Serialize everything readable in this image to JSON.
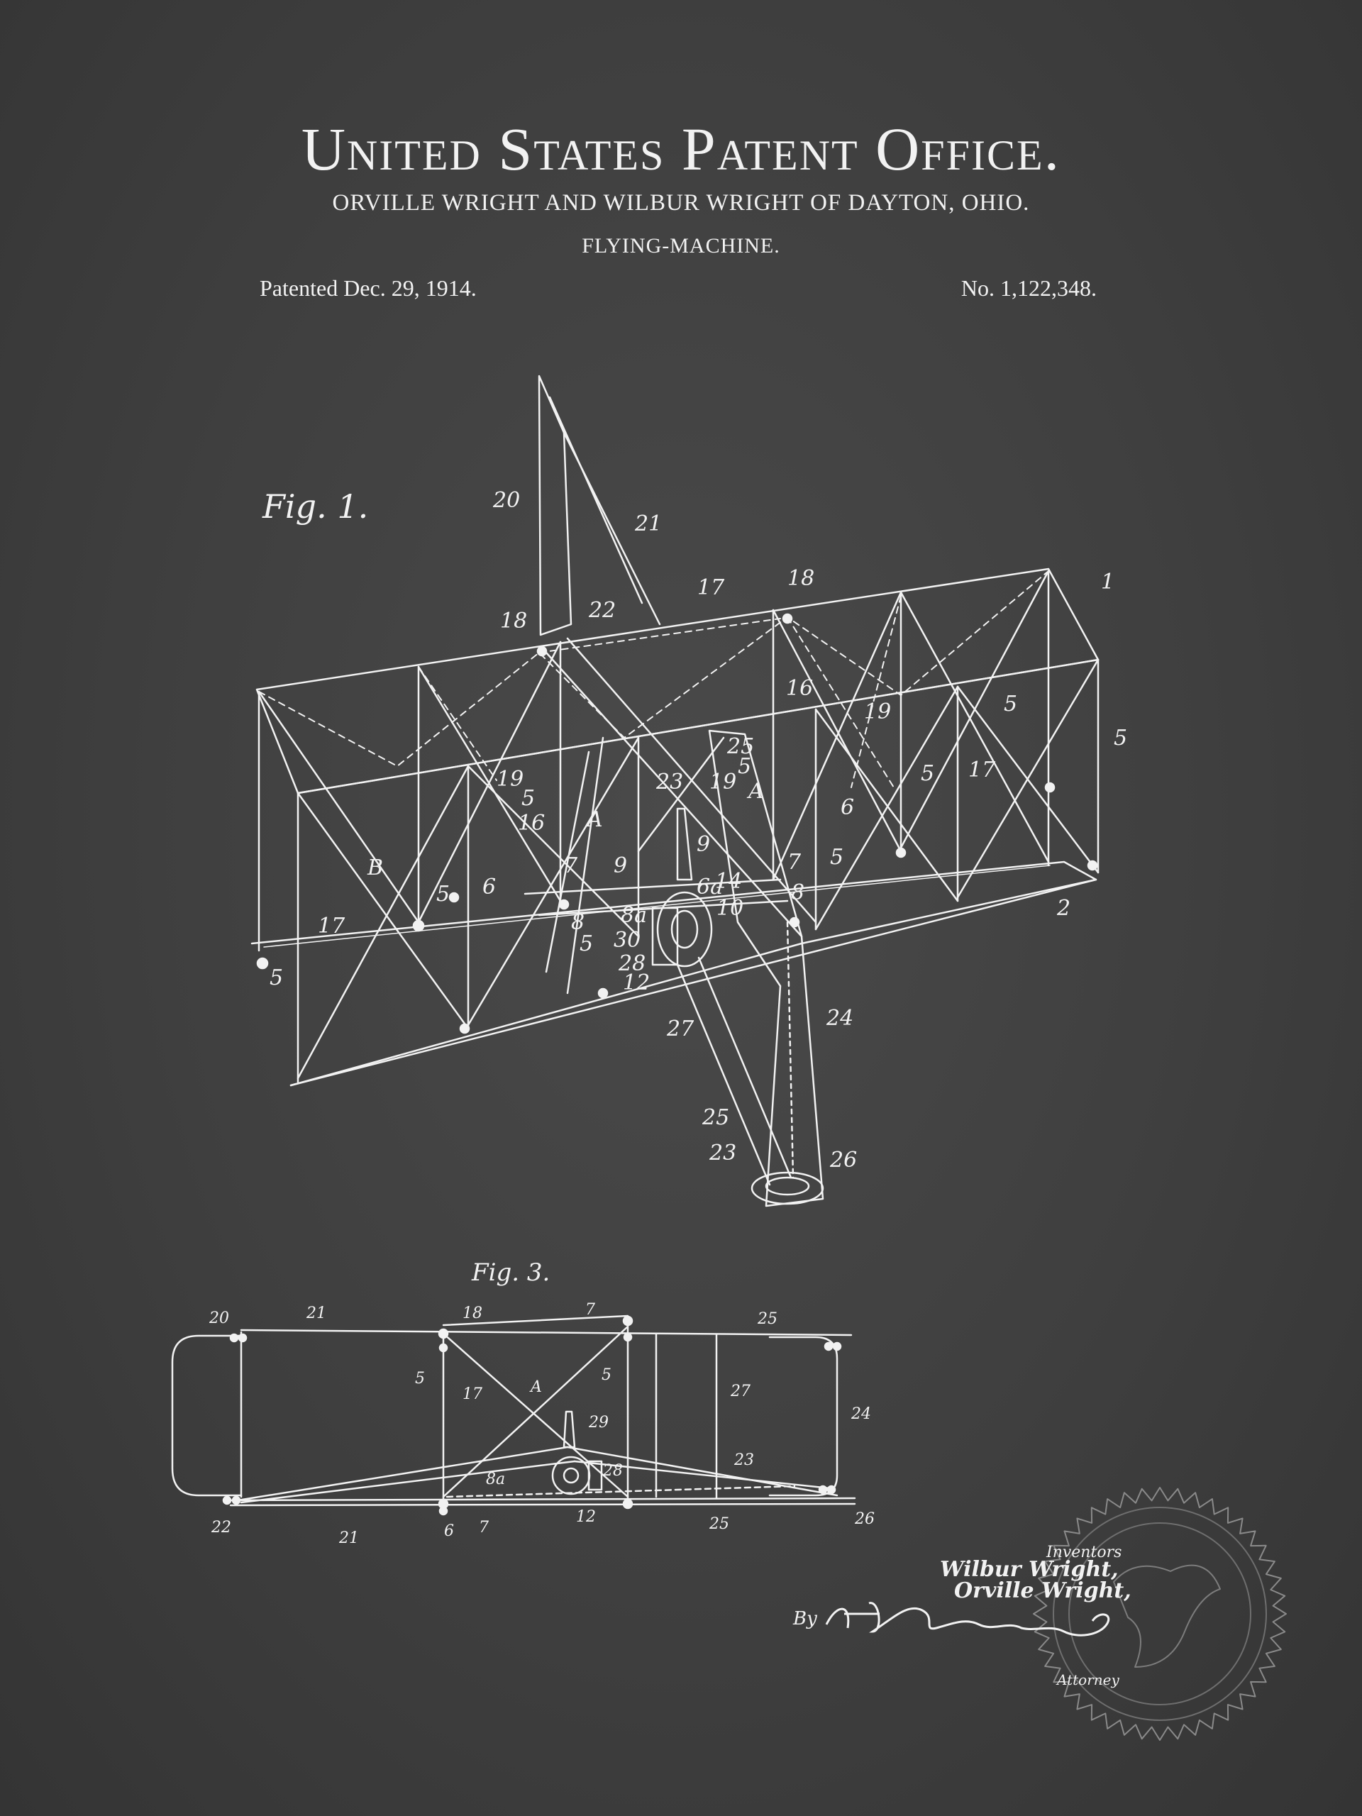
{
  "header": {
    "title": "United States Patent Office.",
    "inventors": "ORVILLE WRIGHT AND WILBUR WRIGHT OF DAYTON, OHIO.",
    "invention": "FLYING-MACHINE.",
    "patented": "Patented Dec. 29, 1914.",
    "patent_no": "No. 1,122,348."
  },
  "fig1": {
    "caption": "Fig. 1.",
    "labels": [
      "20",
      "21",
      "17",
      "18",
      "1",
      "18",
      "22",
      "16",
      "19",
      "5",
      "5",
      "25",
      "5",
      "19",
      "17",
      "5",
      "6",
      "A",
      "5",
      "23",
      "19",
      "5",
      "16",
      "A",
      "7",
      "6",
      "B",
      "5",
      "7",
      "8",
      "9",
      "9",
      "8",
      "6a",
      "14",
      "8a",
      "10",
      "30",
      "28",
      "5",
      "12",
      "17",
      "5",
      "27",
      "24",
      "25",
      "23",
      "26",
      "2"
    ]
  },
  "fig3": {
    "caption": "Fig. 3.",
    "labels": [
      "20",
      "21",
      "18",
      "7",
      "25",
      "5",
      "17",
      "A",
      "5",
      "27",
      "24",
      "29",
      "23",
      "8a",
      "28",
      "22",
      "21",
      "6",
      "7",
      "12",
      "25",
      "26"
    ]
  },
  "signature": {
    "inventors_heading": "Inventors",
    "inventor1": "Wilbur Wright,",
    "inventor2": "Orville Wright,",
    "by": "By",
    "attorney_heading": "Attorney"
  },
  "colors": {
    "background": "#3f3f3f",
    "ink": "#f2f2f2"
  }
}
